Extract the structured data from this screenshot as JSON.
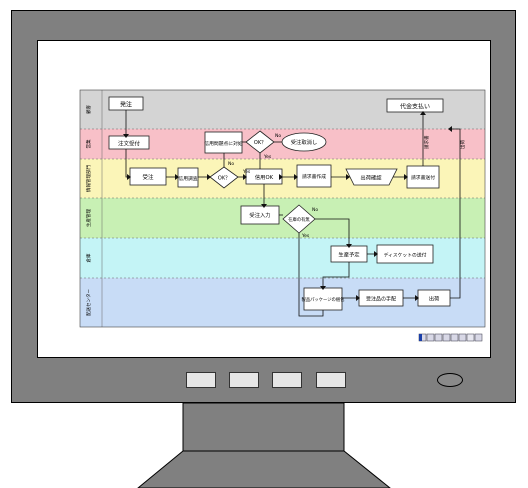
{
  "lanes": [
    {
      "label": "顧客",
      "color": "#d4d4d4"
    },
    {
      "label": "営業",
      "color": "#f8c0c8"
    },
    {
      "label": "情報管理部門",
      "color": "#fbf5b8"
    },
    {
      "label": "生産管理",
      "color": "#c8f0b4"
    },
    {
      "label": "倉庫",
      "color": "#c4f4f6"
    },
    {
      "label": "配送センター",
      "color": "#c8dcf6"
    }
  ],
  "nodes": {
    "order": "発注",
    "payment": "代金支払い",
    "accept_order": "注文受付",
    "credit_target": "信用問題点に対処",
    "ok1": "OK？",
    "cancel": "受注取消し",
    "receive": "受注",
    "credit_check": "信用調査",
    "ok2": "OK？",
    "credit_ok": "信用OK",
    "invoice_create": "請求書作成",
    "ship_confirm": "出荷確認",
    "invoice_send": "請求書送付",
    "order_input": "受注入力",
    "stock_check": "在庫の有無",
    "production_plan": "生産予定",
    "disk_ship": "ディスケットの送付",
    "package": "製品パッケージの梱包",
    "arrange": "受注品の手配",
    "shipment": "出荷"
  },
  "edge_labels": {
    "no": "No",
    "yes": "Yes",
    "no_arrow": "No",
    "sales_upper": "請求書",
    "shipment_upper": "出荷"
  },
  "toolbar_icons": [
    "view-normal-icon",
    "view-outline-icon",
    "view-slide-icon",
    "view-sorter-icon",
    "view-notes-icon",
    "view-show-icon",
    "pen-icon",
    "zoom-icon"
  ]
}
